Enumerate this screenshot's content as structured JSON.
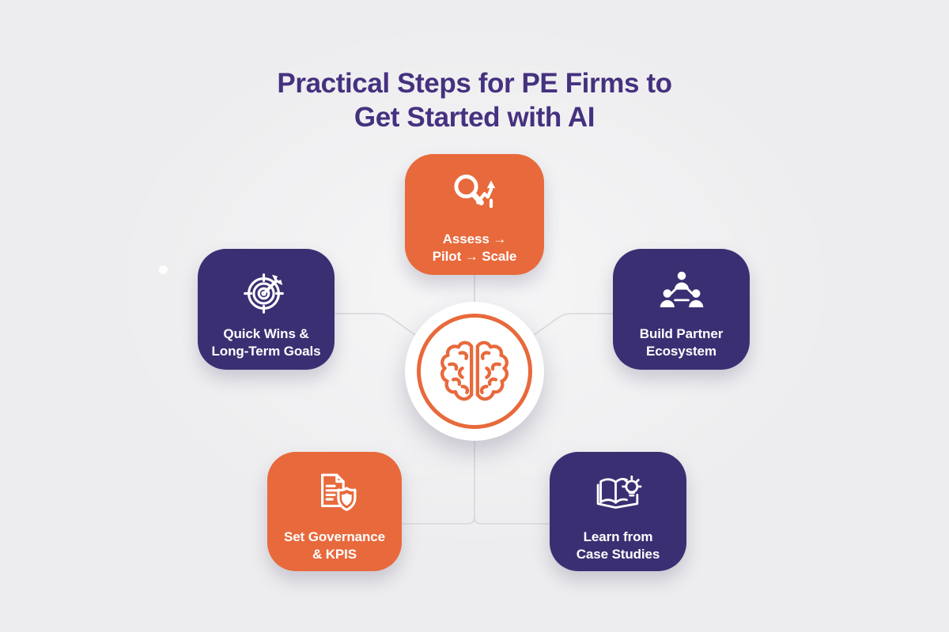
{
  "title": {
    "line1": "Practical Steps for PE Firms to",
    "line2": "Get Started with AI"
  },
  "cards": [
    {
      "id": "assess",
      "label_line1": "Assess →",
      "label_line2": "Pilot → Scale",
      "color": "#E8693C",
      "icon": "magnifier-growth-icon"
    },
    {
      "id": "quickwins",
      "label_line1": "Quick Wins &",
      "label_line2": "Long-Term Goals",
      "color": "#3B2F73",
      "icon": "target-arrow-icon"
    },
    {
      "id": "partner",
      "label_line1": "Build Partner",
      "label_line2": "Ecosystem",
      "color": "#3B2F73",
      "icon": "people-network-icon"
    },
    {
      "id": "governance",
      "label_line1": "Set Governance",
      "label_line2": "& KPIS",
      "color": "#E8693C",
      "icon": "document-shield-icon"
    },
    {
      "id": "cases",
      "label_line1": "Learn from",
      "label_line2": "Case Studies",
      "color": "#3B2F73",
      "icon": "book-lightbulb-icon"
    }
  ],
  "center": {
    "icon": "brain-icon",
    "ring_color": "#E8693C"
  },
  "colors": {
    "background": "#EDEDEF",
    "orange": "#E8693C",
    "purple": "#3B2F73",
    "title_text": "#45317F",
    "card_text": "#FFFFFF",
    "connector": "#D8D8DA"
  }
}
